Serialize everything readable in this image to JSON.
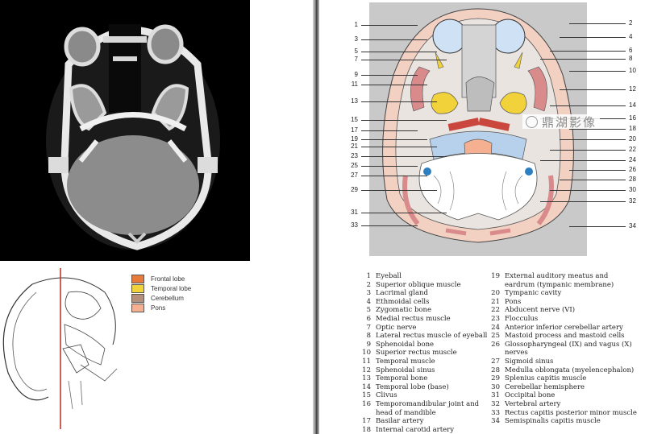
{
  "legend": [
    {
      "label": "Frontal lobe",
      "color": "#e87b3a"
    },
    {
      "label": "Temporal lobe",
      "color": "#f2d23a"
    },
    {
      "label": "Cerebellum",
      "color": "#b58f7a"
    },
    {
      "label": "Pons",
      "color": "#f4b091"
    }
  ],
  "line_numbers_left": [
    "1",
    "3",
    "5",
    "7",
    "9",
    "11",
    "13",
    "15",
    "17",
    "19",
    "21",
    "23",
    "25",
    "27",
    "29",
    "31",
    "33"
  ],
  "line_numbers_right": [
    "2",
    "4",
    "6",
    "8",
    "10",
    "12",
    "14",
    "16",
    "18",
    "20",
    "22",
    "24",
    "26",
    "28",
    "30",
    "32",
    "34"
  ],
  "structures": [
    {
      "n": "1",
      "text": "Eyeball"
    },
    {
      "n": "2",
      "text": "Superior oblique muscle"
    },
    {
      "n": "3",
      "text": "Lacrimal gland"
    },
    {
      "n": "4",
      "text": "Ethmoidal cells"
    },
    {
      "n": "5",
      "text": "Zygomatic bone"
    },
    {
      "n": "6",
      "text": "Medial rectus muscle"
    },
    {
      "n": "7",
      "text": "Optic nerve"
    },
    {
      "n": "8",
      "text": "Lateral rectus muscle of eyeball"
    },
    {
      "n": "9",
      "text": "Sphenoidal bone"
    },
    {
      "n": "10",
      "text": "Superior rectus muscle"
    },
    {
      "n": "11",
      "text": "Temporal muscle"
    },
    {
      "n": "12",
      "text": "Sphenoidal sinus"
    },
    {
      "n": "13",
      "text": "Temporal bone"
    },
    {
      "n": "14",
      "text": "Temporal lobe (base)"
    },
    {
      "n": "15",
      "text": "Clivus"
    },
    {
      "n": "16",
      "text": "Temporomandibular joint and",
      "cont": "head of mandible"
    },
    {
      "n": "17",
      "text": "Basilar artery"
    },
    {
      "n": "18",
      "text": "Internal carotid artery"
    },
    {
      "n": "19",
      "text": "External auditory meatus and",
      "cont": "eardrum (tympanic membrane)"
    },
    {
      "n": "20",
      "text": "Tympanic cavity"
    },
    {
      "n": "21",
      "text": "Pons"
    },
    {
      "n": "22",
      "text": "Abducent nerve (VI)"
    },
    {
      "n": "23",
      "text": "Flocculus"
    },
    {
      "n": "24",
      "text": "Anterior inferior cerebellar artery"
    },
    {
      "n": "25",
      "text": "Mastoid process and mastoid cells"
    },
    {
      "n": "26",
      "text": "Glossopharyngeal (IX) and vagus (X)",
      "cont": "nerves"
    },
    {
      "n": "27",
      "text": "Sigmoid sinus"
    },
    {
      "n": "28",
      "text": "Medulla oblongata (myelencephalon)"
    },
    {
      "n": "29",
      "text": "Splenius capitis muscle"
    },
    {
      "n": "30",
      "text": "Cerebellar hemisphere"
    },
    {
      "n": "31",
      "text": "Occipital bone"
    },
    {
      "n": "32",
      "text": "Vertebral artery"
    },
    {
      "n": "33",
      "text": "Rectus capitis posterior minor muscle"
    },
    {
      "n": "34",
      "text": "Semispinalis capitis muscle"
    }
  ],
  "watermark": "鼎湖影像"
}
